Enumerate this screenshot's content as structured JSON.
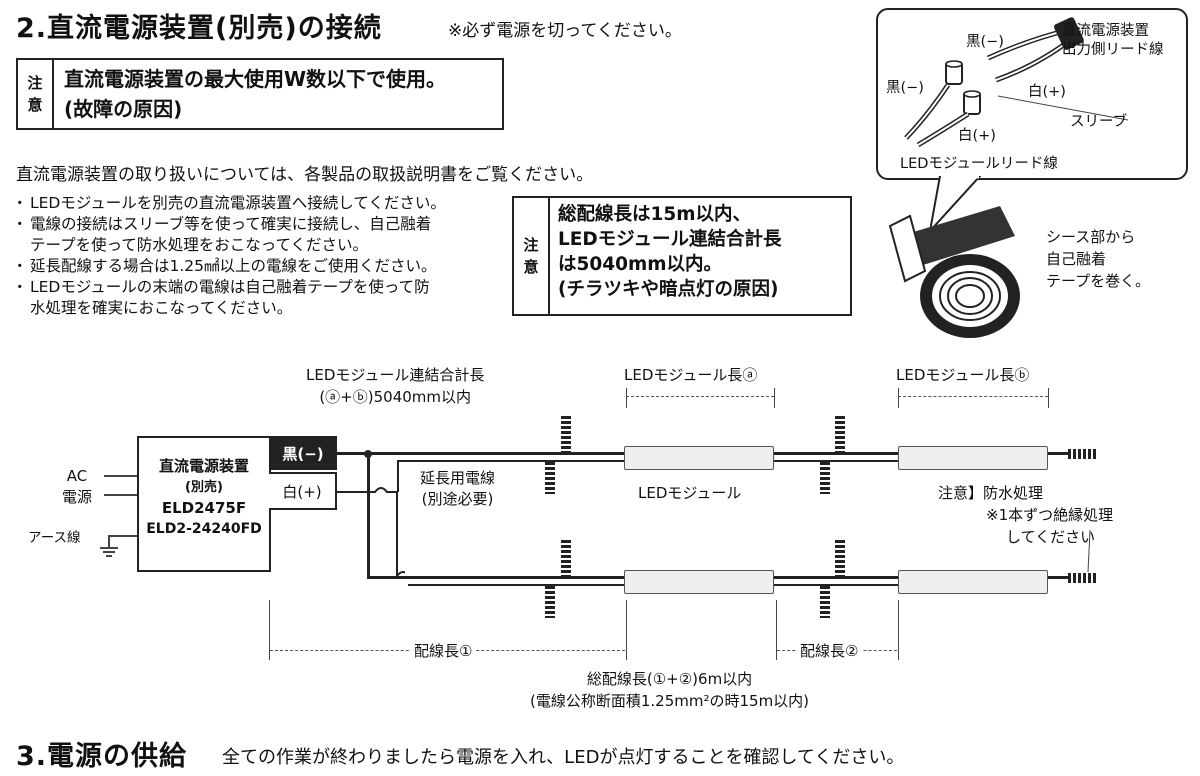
{
  "section2": {
    "heading": "2.直流電源装置(別売)の接続",
    "note": "※必ず電源を切ってください。"
  },
  "caution1": {
    "label": [
      "注",
      "意"
    ],
    "lines": [
      "直流電源装置の最大使用W数以下で使用。",
      "(故障の原因)"
    ]
  },
  "intro": "直流電源装置の取り扱いについては、各製品の取扱説明書をご覧ください。",
  "bullets": [
    "LEDモジュールを別売の直流電源装置へ接続してください。",
    "電線の接続はスリーブ等を使って確実に接続し、自己融着",
    "テープを使って防水処理をおこなってください。",
    "延長配線する場合は1.25㎟以上の電線をご使用ください。",
    "LEDモジュールの末端の電線は自己融着テープを使って防",
    "水処理を確実におこなってください。"
  ],
  "caution2": {
    "label": [
      "注",
      "意"
    ],
    "lines": [
      "総配線長は15m以内、",
      "LEDモジュール連結合計長",
      "は5040mm以内。",
      "(チラツキや暗点灯の原因)"
    ]
  },
  "callout": {
    "label_black_top": "黒(−)",
    "label_source_lead": [
      "直流電源装置",
      "出力側リード線"
    ],
    "label_black_left": "黒(−)",
    "label_white_right": "白(+)",
    "label_sleeve": "スリーブ",
    "label_white_bottom": "白(+)",
    "label_led_lead": "LEDモジュールリード線"
  },
  "tape_caption": [
    "シース部から",
    "自己融着",
    "テープを巻く。"
  ],
  "diagram": {
    "ac_label": [
      "AC",
      "電源"
    ],
    "earth_label": "アース線",
    "device_lines": [
      "直流電源装置",
      "(別売)",
      "ELD2475F",
      "ELD2-24240FD"
    ],
    "black_terminal": "黒(−)",
    "white_terminal": "白(+)",
    "total_length_label": [
      "LEDモジュール連結合計長",
      "(ⓐ+ⓑ)5040mm以内"
    ],
    "extension_label": [
      "延長用電線",
      "(別途必要)"
    ],
    "module_a_label": "LEDモジュール長ⓐ",
    "module_b_label": "LEDモジュール長ⓑ",
    "led_module_label": "LEDモジュール",
    "waterproof_label": [
      "注意】防水処理",
      "※1本ずつ絶縁処理",
      "してください"
    ],
    "wiring1_label": "配線長①",
    "wiring2_label": "配線長②",
    "total_wiring_label": [
      "総配線長(①+②)6m以内",
      "(電線公称断面積1.25mm²の時15m以内)"
    ]
  },
  "section3": {
    "heading": "3.電源の供給",
    "text": "全ての作業が終わりましたら電源を入れ、LEDが点灯することを確認してください。"
  }
}
